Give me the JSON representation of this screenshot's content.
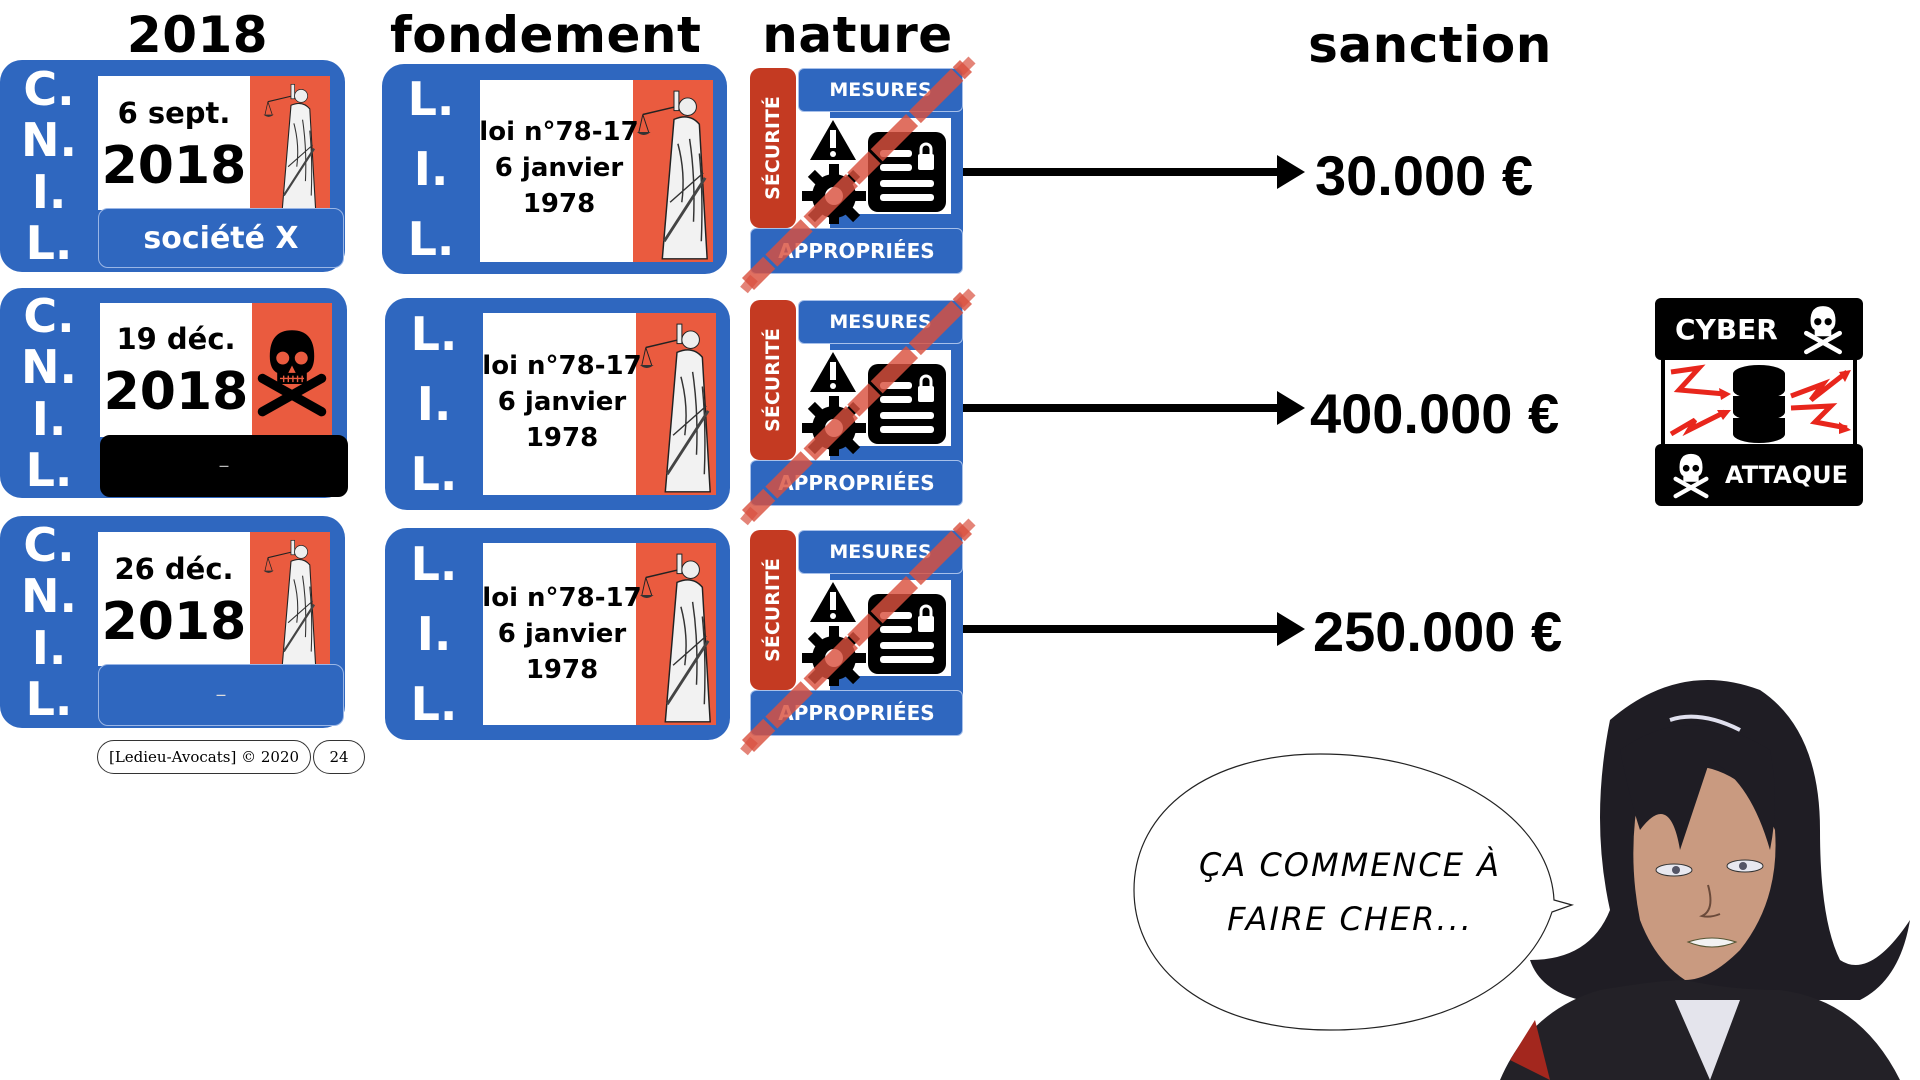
{
  "columns": {
    "year": "2018",
    "basis": "fondement",
    "nature": "nature",
    "sanction": "sanction"
  },
  "cnil_letters": [
    "C.",
    "N.",
    "I.",
    "L."
  ],
  "lil_letters": [
    "L.",
    "I.",
    "L."
  ],
  "rows": [
    {
      "date_day": "6 sept.",
      "date_year": "2018",
      "target": "société X",
      "target_redacted": false,
      "emblem": "justice-statue",
      "law_line1": "loi n°78-17",
      "law_line2": "6 janvier",
      "law_line3": "1978",
      "nature_side": "SÉCURITÉ",
      "nature_top": "MESURES",
      "nature_bottom": "APPROPRIÉES",
      "amount": "30.000 €"
    },
    {
      "date_day": "19 déc.",
      "date_year": "2018",
      "target": "—",
      "target_redacted": true,
      "emblem": "skull-crossbones",
      "law_line1": "loi n°78-17",
      "law_line2": "6 janvier",
      "law_line3": "1978",
      "nature_side": "SÉCURITÉ",
      "nature_top": "MESURES",
      "nature_bottom": "APPROPRIÉES",
      "amount": "400.000 €"
    },
    {
      "date_day": "26 déc.",
      "date_year": "2018",
      "target": "—",
      "target_redacted": false,
      "emblem": "justice-statue",
      "law_line1": "loi n°78-17",
      "law_line2": "6 janvier",
      "law_line3": "1978",
      "nature_side": "SÉCURITÉ",
      "nature_top": "MESURES",
      "nature_bottom": "APPROPRIÉES",
      "amount": "250.000 €"
    }
  ],
  "cyber_badge": {
    "top": "CYBER",
    "bottom": "ATTAQUE"
  },
  "speech_bubble": {
    "line1": "ÇA COMMENCE À",
    "line2": "FAIRE CHER..."
  },
  "footer": {
    "copyright": "[Ledieu-Avocats] © 2020",
    "page_number": "24"
  },
  "colors": {
    "card_blue": "#2f67bf",
    "flag_red": "#ea5b3f",
    "security_red": "#c43a22",
    "strike_red": "#d9503e"
  }
}
